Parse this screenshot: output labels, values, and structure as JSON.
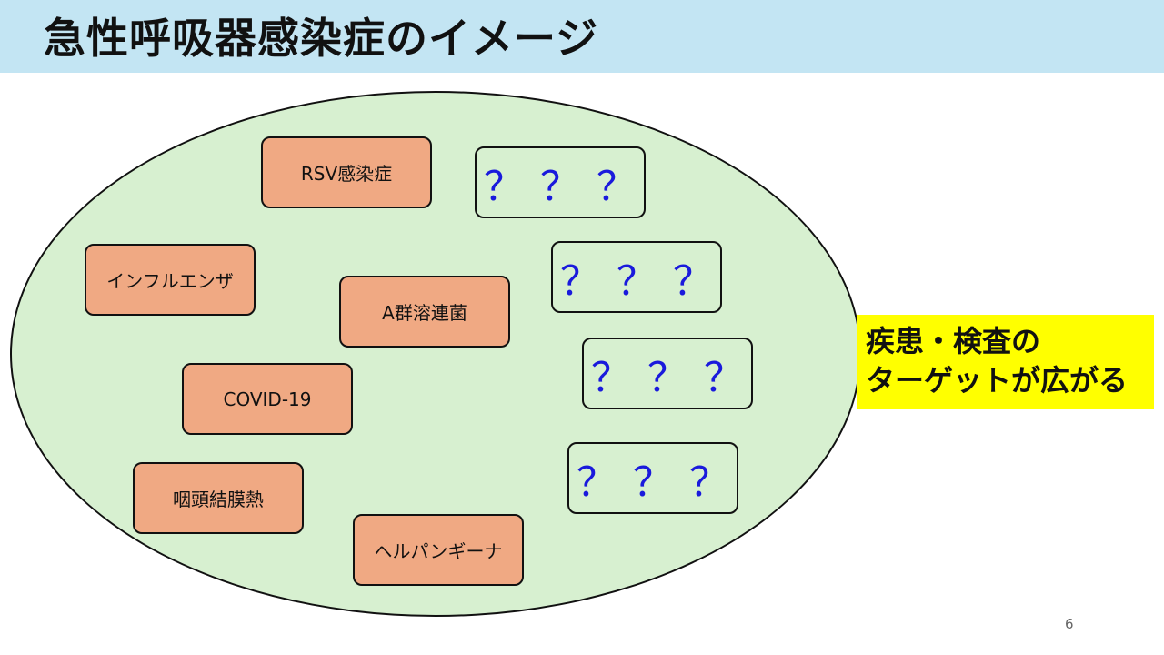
{
  "title": "急性呼吸器感染症のイメージ",
  "diseases": [
    "RSV感染症",
    "インフルエンザ",
    "A群溶連菌",
    "COVID-19",
    "咽頭結膜熱",
    "ヘルパンギーナ"
  ],
  "unknowns": [
    "？？？",
    "？？？",
    "？？？",
    "？？？"
  ],
  "callout": {
    "line1": "疾患・検査の",
    "line2": "ターゲットが広がる"
  },
  "page_number": "6"
}
